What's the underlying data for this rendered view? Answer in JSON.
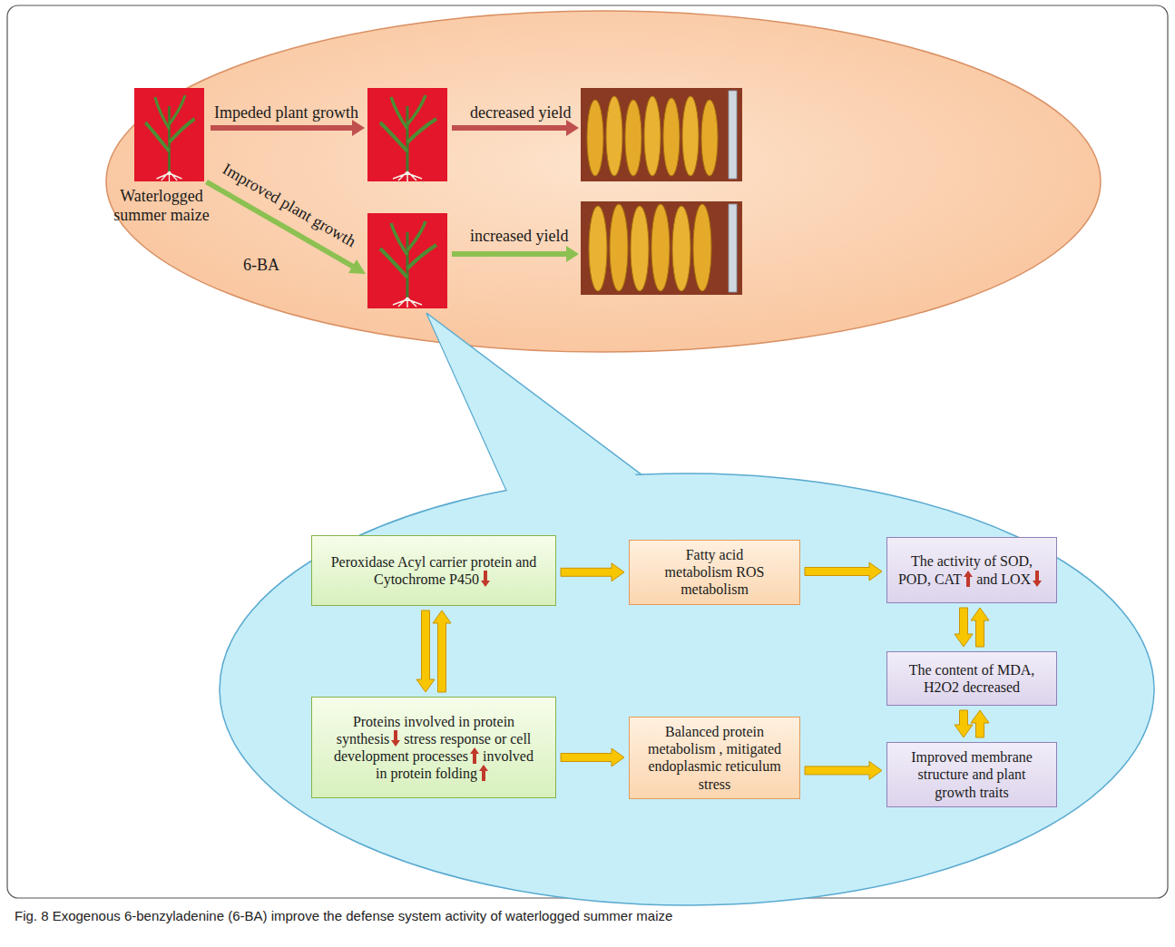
{
  "diagram": {
    "caption": "Fig. 8 Exogenous 6-benzyladenine (6-BA) improve the defense system activity of waterlogged summer maize",
    "nodes": [
      {
        "text": [
          "Peroxidase Acyl carrier protein and Cytochrome P450"
        ]
      },
      {
        "text": [
          "Fatty acid metabolism ROS metabolism"
        ]
      },
      {
        "text": [
          "The activity of SOD, POD, CAT",
          "and LOX"
        ]
      },
      {
        "text": [
          "The content of MDA, H2O2 decreased"
        ]
      },
      {
        "text": [
          "Proteins involved in protein synthesis",
          "stress response or cell development processes",
          "involved in protein folding"
        ]
      },
      {
        "text": [
          "Balanced protein metabolism , mitigated endoplasmic reticulum stress"
        ]
      },
      {
        "text": [
          "Improved membrane structure and plant growth traits"
        ]
      }
    ],
    "edges": [
      {
        "from": 0,
        "to": 1,
        "arrow": "to"
      },
      {
        "from": 1,
        "to": 2,
        "arrow": "to"
      },
      {
        "from": 0,
        "to": 4,
        "arrow": "both"
      },
      {
        "from": 2,
        "to": 3,
        "arrow": "both"
      },
      {
        "from": 4,
        "to": 5,
        "arrow": "to"
      },
      {
        "from": 5,
        "to": 6,
        "arrow": "to"
      },
      {
        "from": 3,
        "to": 6,
        "arrow": "both"
      }
    ],
    "labels": [
      "Waterlogged summer maize",
      "Impeded plant growth",
      "decreased yield",
      "Improved plant growth",
      "6-BA",
      "increased yield"
    ]
  }
}
